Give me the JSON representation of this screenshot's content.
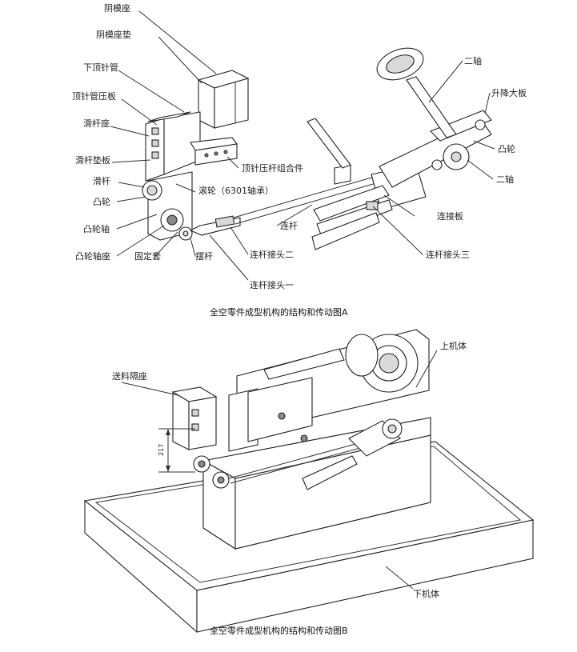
{
  "figure_a": {
    "caption": "全空零件成型机构的结构和传动图A",
    "labels": {
      "yinmozuo": "阴模座",
      "yinmozuodian": "阴模座垫",
      "xiadingzhenguan": "下顶针管",
      "dingzhenguanyaban": "顶针管压板",
      "huaganzuo": "滑杆座",
      "huagandianban": "滑杆垫板",
      "huagan": "滑杆",
      "tulun_left": "凸轮",
      "tulunzhou": "凸轮轴",
      "tulunzhouzuo": "凸轮轴座",
      "gudingtao": "固定套",
      "baigan": "摆杆",
      "lianganjietouyi": "连杆接头一",
      "lianganjietouer": "连杆接头二",
      "lungun": "滚轮（6301轴承）",
      "dingzhenyagan": "顶针压杆组合件",
      "liangan": "连杆",
      "lianjieban": "连接板",
      "lianganjietousan": "连杆接头三",
      "erzhou_top": "二轴",
      "shengjiangdaban": "升降大板",
      "tulun_right": "凸轮",
      "erzhou_right": "二轴"
    }
  },
  "figure_b": {
    "caption": "全空零件成型机构的结构和传动图B",
    "labels": {
      "songliaogezuo": "送料隔座",
      "shangjiti": "上机体",
      "xiajiti": "下机体",
      "dimension": "217"
    }
  }
}
